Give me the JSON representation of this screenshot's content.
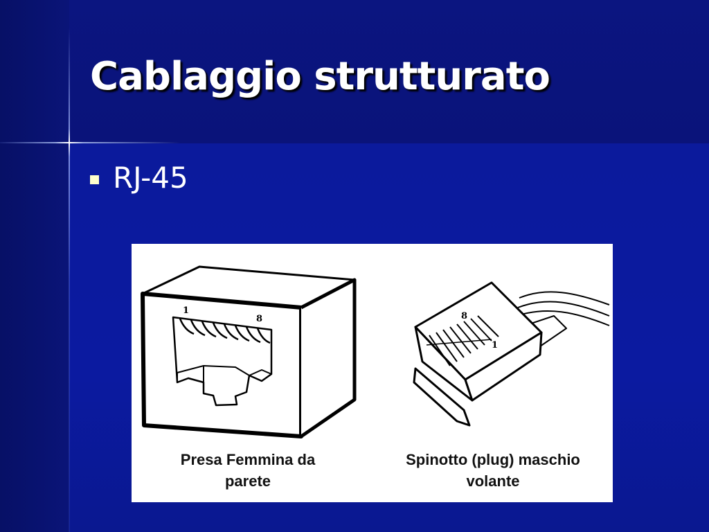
{
  "slide": {
    "title": "Cablaggio strutturato",
    "bullets": [
      {
        "text": "RJ-45"
      }
    ]
  },
  "figure": {
    "jack": {
      "caption_line1": "Presa Femmina da",
      "caption_line2": "parete",
      "pin_first": "1",
      "pin_last": "8"
    },
    "plug": {
      "caption_line1": "Spinotto (plug) maschio",
      "caption_line2": "volante",
      "pin_first": "8",
      "pin_last": "1"
    }
  },
  "colors": {
    "background": "#0b1a9c",
    "title": "#ffffff",
    "bullet": "#ffffcc"
  }
}
